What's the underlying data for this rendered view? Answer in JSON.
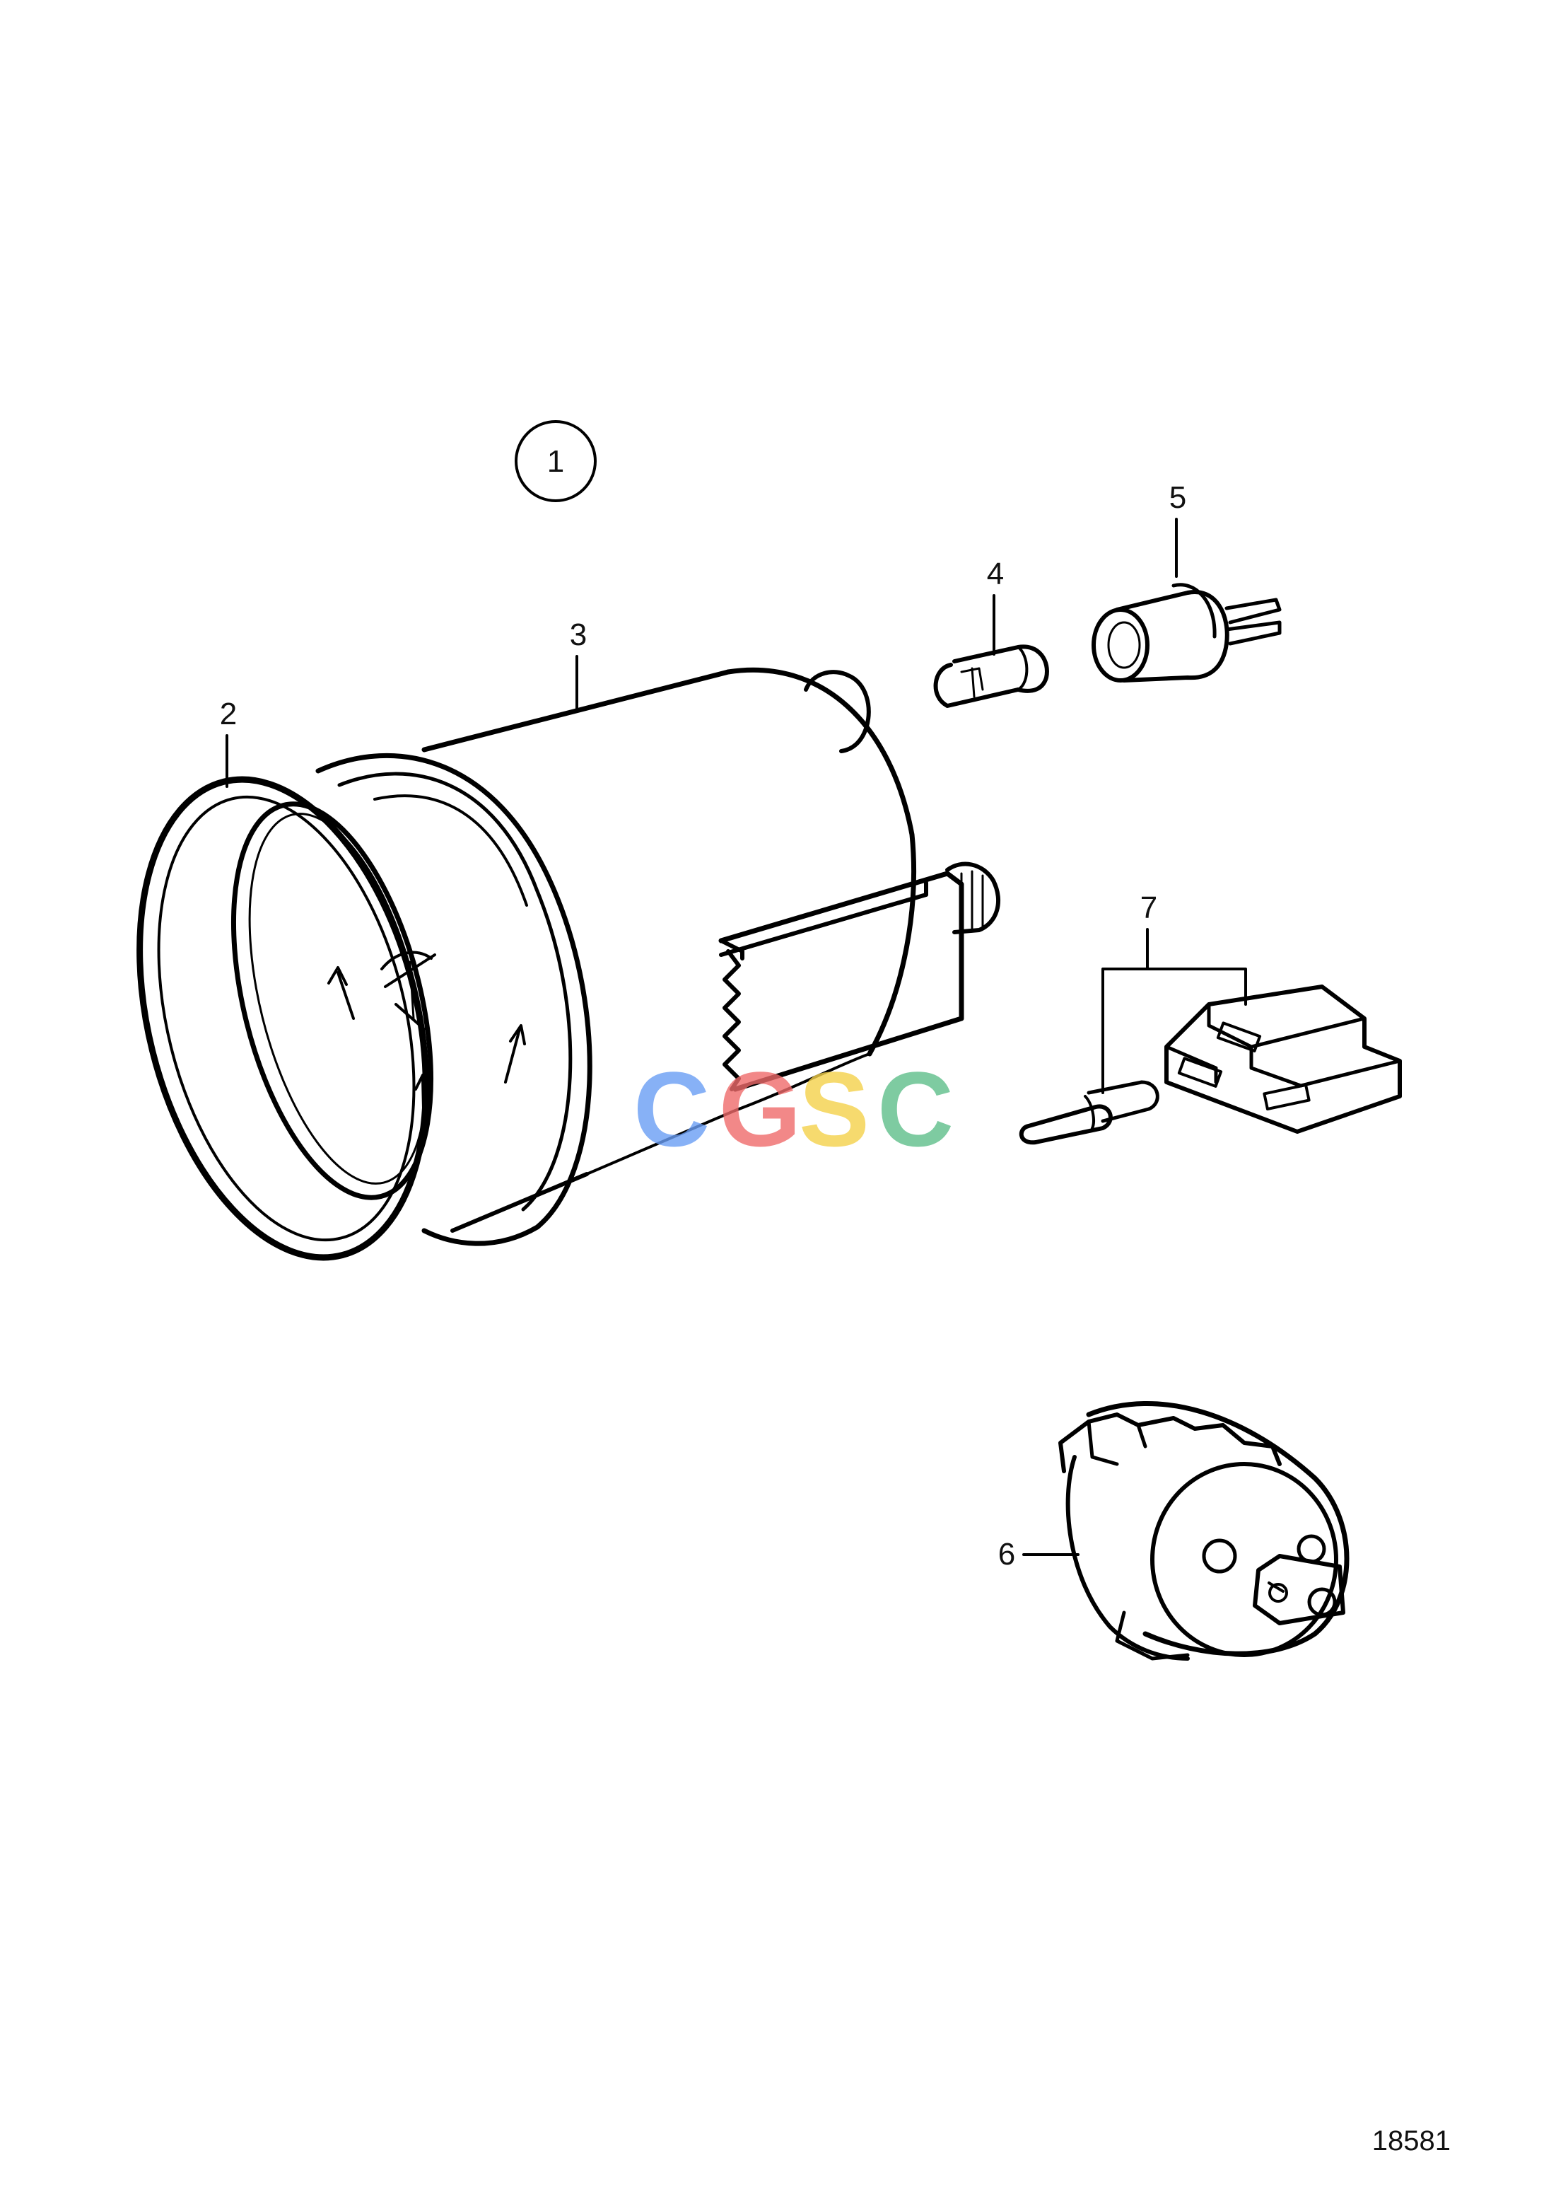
{
  "diagram": {
    "group_label": "1",
    "callouts": [
      {
        "id": "2",
        "part": "bezel-ring"
      },
      {
        "id": "3",
        "part": "gauge-housing"
      },
      {
        "id": "4",
        "part": "bulb"
      },
      {
        "id": "5",
        "part": "bulb-holder"
      },
      {
        "id": "6",
        "part": "switch"
      },
      {
        "id": "7",
        "part": "connector"
      }
    ],
    "drawing_number": "18581"
  },
  "watermark": {
    "letters": [
      "C",
      "G",
      "S",
      "C"
    ],
    "colors": [
      "#6a9ef5",
      "#ef6b6b",
      "#f5d24a",
      "#5fbf8a"
    ]
  }
}
